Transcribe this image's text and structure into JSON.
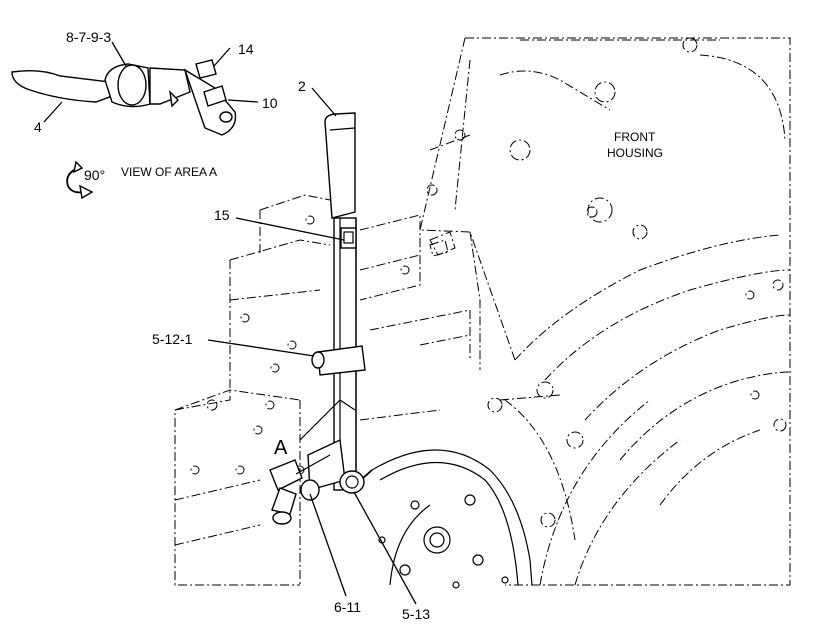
{
  "labels": {
    "p8793": "8-7-9-3",
    "p14": "14",
    "p10": "10",
    "p4": "4",
    "p2": "2",
    "p15": "15",
    "p5121": "5-12-1",
    "pA": "A",
    "p611": "6-11",
    "p513": "5-13"
  },
  "view_caption": "VIEW OF AREA A",
  "rotation": "90°",
  "housing_line1": "FRONT",
  "housing_line2": "HOUSING"
}
